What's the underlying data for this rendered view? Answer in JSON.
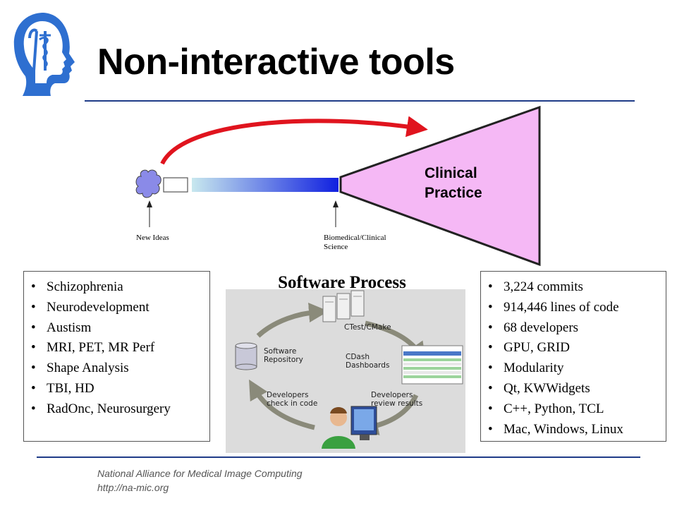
{
  "slide": {
    "title": "Non-interactive tools"
  },
  "diagram": {
    "label_new_ideas": "New Ideas",
    "label_bio_line1": "Biomedical/Clinical",
    "label_bio_line2": "Science",
    "clinical_line1": "Clinical",
    "clinical_line2": "Practice",
    "colors": {
      "arrow": "#e0141e",
      "funnel": "#f5b8f5",
      "bar_start": "#c8e8ee",
      "bar_end": "#1020e0",
      "cloud": "#8a8ae8"
    }
  },
  "left_list": {
    "items": [
      "Schizophrenia",
      "Neurodevelopment",
      "Austism",
      "MRI, PET, MR Perf",
      "Shape Analysis",
      "TBI, HD",
      "RadOnc, Neurosurgery"
    ]
  },
  "software_process": {
    "title": "Software Process",
    "ctest": "CTest/CMake",
    "repo_line1": "Software",
    "repo_line2": "Repository",
    "cdash_line1": "CDash",
    "cdash_line2": "Dashboards",
    "checkin_line1": "Developers",
    "checkin_line2": "check in code",
    "review_line1": "Developers",
    "review_line2": "review results"
  },
  "right_list": {
    "items": [
      "3,224 commits",
      "914,446 lines of code",
      "68 developers",
      "GPU, GRID",
      "Modularity",
      "Qt, KWWidgets",
      "C++, Python, TCL",
      "Mac, Windows, Linux"
    ]
  },
  "footer": {
    "org": "National Alliance for Medical Image Computing",
    "url": "http://na-mic.org"
  }
}
